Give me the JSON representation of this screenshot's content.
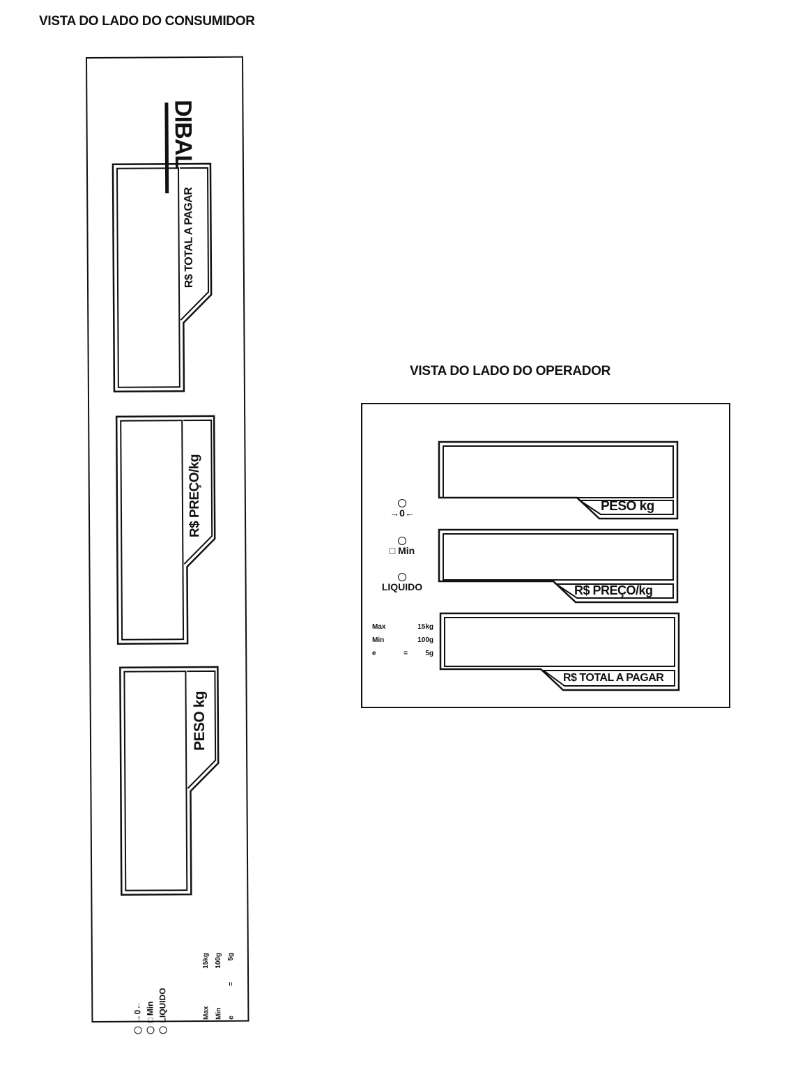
{
  "consumer_view": {
    "heading": "VISTA DO LADO DO CONSUMIDOR",
    "logo": "DIBAL",
    "displays": [
      {
        "label": "R$ TOTAL A PAGAR"
      },
      {
        "label": "R$ PREÇO/kg"
      },
      {
        "label": "PESO kg"
      }
    ],
    "indicators": [
      {
        "icon": "zero-indicator-icon",
        "label": "→0←"
      },
      {
        "icon": "tare-indicator-icon",
        "label": "Min"
      },
      {
        "label": "LIQUIDO"
      }
    ],
    "specs": [
      {
        "key": "Max",
        "mid": "",
        "value": "15kg"
      },
      {
        "key": "Min",
        "mid": "",
        "value": "100g"
      },
      {
        "key": "e",
        "mid": "=",
        "value": "5g"
      }
    ]
  },
  "operator_view": {
    "heading": "VISTA DO LADO DO OPERADOR",
    "displays": [
      {
        "label": "PESO kg"
      },
      {
        "label": "R$ PREÇO/kg"
      },
      {
        "label": "R$ TOTAL A PAGAR"
      }
    ],
    "indicators": [
      {
        "icon": "zero-indicator-icon",
        "label": "→0←"
      },
      {
        "icon": "tare-indicator-icon",
        "label": "Min"
      },
      {
        "label": "LIQUIDO"
      }
    ],
    "specs": [
      {
        "key": "Max",
        "mid": "",
        "value": "15kg"
      },
      {
        "key": "Min",
        "mid": "",
        "value": "100g"
      },
      {
        "key": "e",
        "mid": "=",
        "value": "5g"
      }
    ]
  }
}
